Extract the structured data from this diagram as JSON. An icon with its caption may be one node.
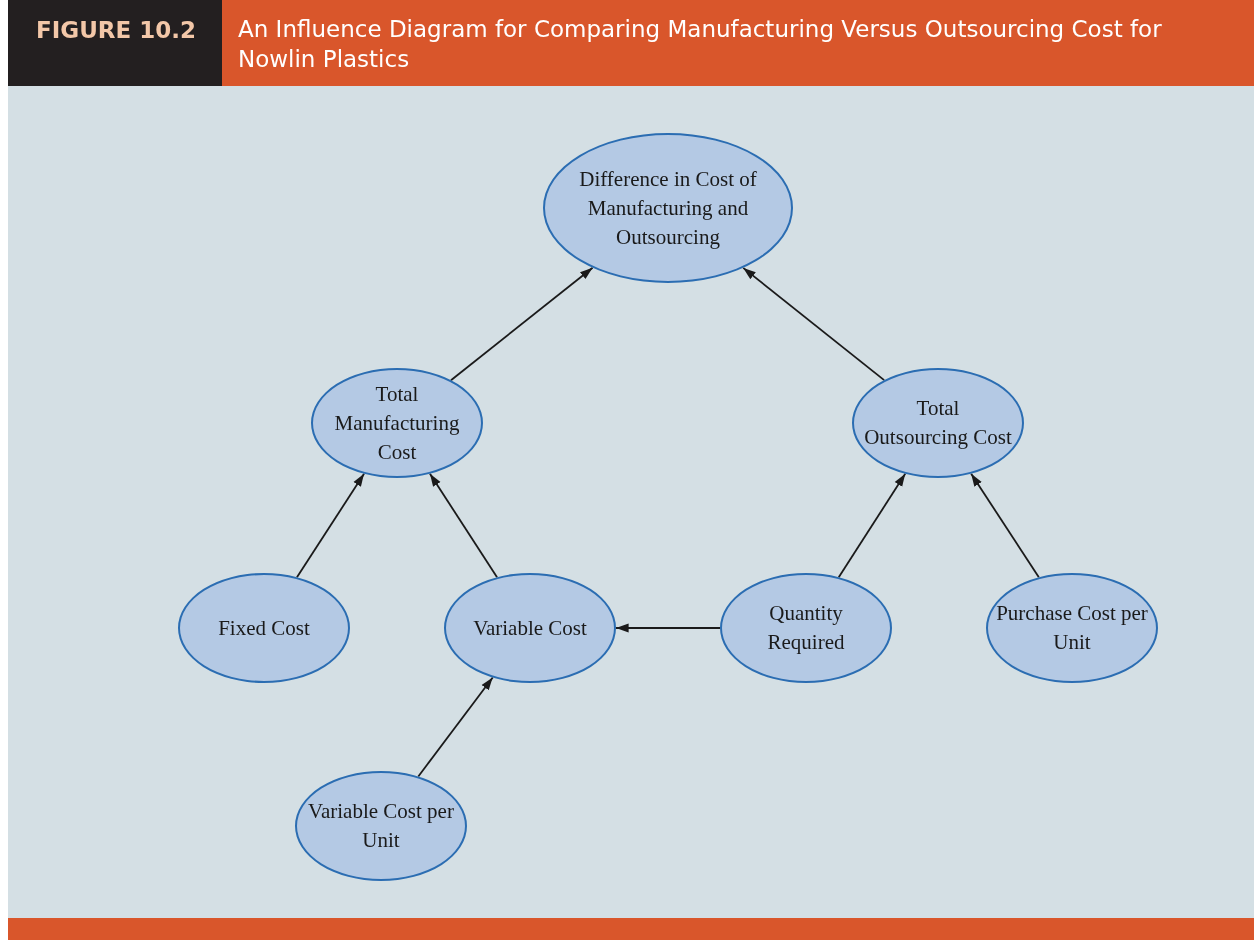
{
  "diagram": {
    "title": "An Influence Diagram for Comparing Manufacturing Versus Outsourcing Cost for Nowlin Plastics",
    "labels": [
      "FIGURE 10.2"
    ],
    "nodes": [
      {
        "text": [
          "Difference in Cost of Manufacturing and Outsourcing"
        ]
      },
      {
        "text": [
          "Total Manufacturing Cost"
        ]
      },
      {
        "text": [
          "Total Outsourcing Cost"
        ]
      },
      {
        "text": [
          "Fixed Cost"
        ]
      },
      {
        "text": [
          "Variable Cost"
        ]
      },
      {
        "text": [
          "Quantity Required"
        ]
      },
      {
        "text": [
          "Purchase Cost per Unit"
        ]
      },
      {
        "text": [
          "Variable Cost per Unit"
        ]
      }
    ],
    "edges": [
      {
        "from": 1,
        "to": 0,
        "arrow": "to"
      },
      {
        "from": 2,
        "to": 0,
        "arrow": "to"
      },
      {
        "from": 3,
        "to": 1,
        "arrow": "to"
      },
      {
        "from": 4,
        "to": 1,
        "arrow": "to"
      },
      {
        "from": 5,
        "to": 4,
        "arrow": "to"
      },
      {
        "from": 5,
        "to": 2,
        "arrow": "to"
      },
      {
        "from": 6,
        "to": 2,
        "arrow": "to"
      },
      {
        "from": 7,
        "to": 4,
        "arrow": "to"
      }
    ]
  }
}
